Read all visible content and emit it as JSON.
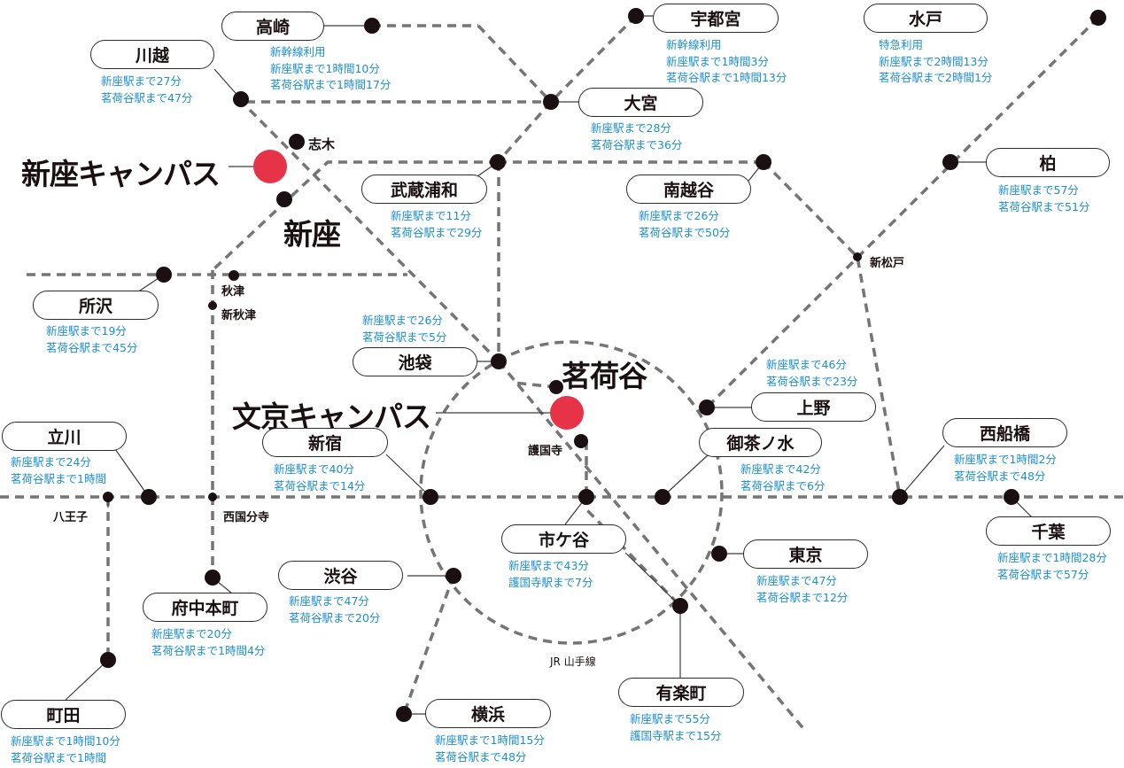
{
  "campuses": {
    "niiza": "新座キャンパス",
    "bunkyo": "文京キャンパス"
  },
  "big_labels": {
    "niiza": "新座",
    "myogadani": "茗荷谷"
  },
  "minor_stations": {
    "shiki": "志木",
    "akitsu": "秋津",
    "shin_akitsu": "新秋津",
    "shin_matsudo": "新松戸",
    "gokokuji": "護国寺",
    "hachioji": "八王子",
    "nishikokubunji": "西国分寺"
  },
  "loop_label": "JR 山手線",
  "stations": {
    "takasaki": {
      "name": "高崎",
      "info": [
        "新幹線利用",
        "新座駅まで1時間10分",
        "茗荷谷駅まで1時間17分"
      ]
    },
    "kawagoe": {
      "name": "川越",
      "info": [
        "新座駅まで27分",
        "茗荷谷駅まで47分"
      ]
    },
    "utsunomiya": {
      "name": "宇都宮",
      "info": [
        "新幹線利用",
        "新座駅まで1時間3分",
        "茗荷谷駅まで1時間13分"
      ]
    },
    "mito": {
      "name": "水戸",
      "info": [
        "特急利用",
        "新座駅まで2時間13分",
        "茗荷谷駅まで2時間1分"
      ]
    },
    "omiya": {
      "name": "大宮",
      "info": [
        "新座駅まで28分",
        "茗荷谷駅まで36分"
      ]
    },
    "kashiwa": {
      "name": "柏",
      "info": [
        "新座駅まで57分",
        "茗荷谷駅まで51分"
      ]
    },
    "musashiurawa": {
      "name": "武蔵浦和",
      "info": [
        "新座駅まで11分",
        "茗荷谷駅まで29分"
      ]
    },
    "minamikoshigaya": {
      "name": "南越谷",
      "info": [
        "新座駅まで26分",
        "茗荷谷駅まで50分"
      ]
    },
    "tokorozawa": {
      "name": "所沢",
      "info": [
        "新座駅まで19分",
        "茗荷谷駅まで45分"
      ]
    },
    "ikebukuro": {
      "name": "池袋",
      "info": [
        "新座駅まで26分",
        "茗荷谷駅まで5分"
      ]
    },
    "ueno": {
      "name": "上野",
      "info": [
        "新座駅まで46分",
        "茗荷谷駅まで23分"
      ]
    },
    "tachikawa": {
      "name": "立川",
      "info": [
        "新座駅まで24分",
        "茗荷谷駅まで1時間"
      ]
    },
    "shinjuku": {
      "name": "新宿",
      "info": [
        "新座駅まで40分",
        "茗荷谷駅まで14分"
      ]
    },
    "ochanomizu": {
      "name": "御茶ノ水",
      "info": [
        "新座駅まで42分",
        "茗荷谷駅まで6分"
      ]
    },
    "nishifunabashi": {
      "name": "西船橋",
      "info": [
        "新座駅まで1時間2分",
        "茗荷谷駅まで48分"
      ]
    },
    "ichigaya": {
      "name": "市ケ谷",
      "info": [
        "新座駅まで43分",
        "護国寺駅まで7分"
      ]
    },
    "chiba": {
      "name": "千葉",
      "info": [
        "新座駅まで1時間28分",
        "茗荷谷駅まで57分"
      ]
    },
    "tokyo": {
      "name": "東京",
      "info": [
        "新座駅まで47分",
        "茗荷谷駅まで12分"
      ]
    },
    "shibuya": {
      "name": "渋谷",
      "info": [
        "新座駅まで47分",
        "茗荷谷駅まで20分"
      ]
    },
    "fuchuhonmachi": {
      "name": "府中本町",
      "info": [
        "新座駅まで20分",
        "茗荷谷駅まで1時間4分"
      ]
    },
    "yurakucho": {
      "name": "有楽町",
      "info": [
        "新座駅まで55分",
        "護国寺駅まで15分"
      ]
    },
    "machida": {
      "name": "町田",
      "info": [
        "新座駅まで1時間10分",
        "茗荷谷駅まで1時間"
      ]
    },
    "yokohama": {
      "name": "横浜",
      "info": [
        "新座駅まで1時間15分",
        "茗荷谷駅まで48分"
      ]
    }
  }
}
